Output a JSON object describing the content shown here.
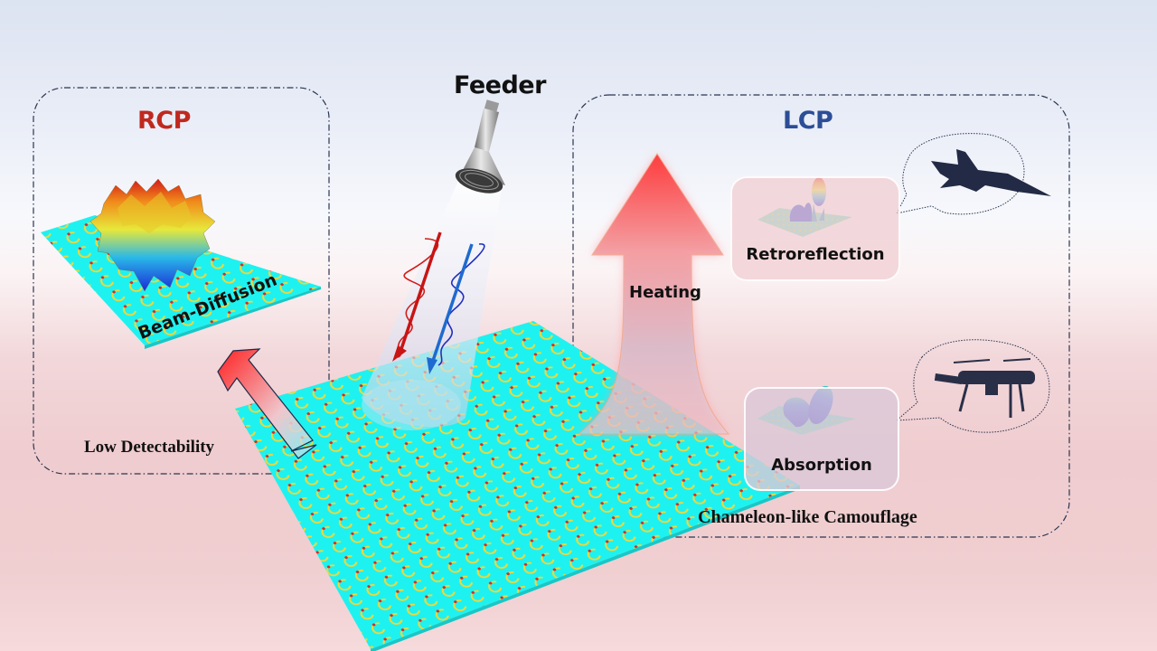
{
  "figure": {
    "panels": {
      "left": {
        "title": "RCP",
        "title_color": "#c0281e",
        "function_label": "Beam-Diffusion",
        "effect_label": "Low Detectability"
      },
      "right": {
        "title": "LCP",
        "title_color": "#2b4e96",
        "stimulus_label": "Heating",
        "effect_label": "Chameleon-like Camouflage",
        "states": [
          {
            "label": "Retroreflection",
            "target": "fighter-jet"
          },
          {
            "label": "Absorption",
            "target": "drone"
          }
        ]
      }
    },
    "source": {
      "label": "Feeder"
    },
    "waves": [
      {
        "polarization": "RCP",
        "color": "#d01e1e"
      },
      {
        "polarization": "LCP",
        "color": "#1e6ad0"
      }
    ],
    "metasurface": {
      "color": "#1ef2f0",
      "pattern_color": "#f0d83a",
      "dot_color": "#d42a2a"
    }
  }
}
